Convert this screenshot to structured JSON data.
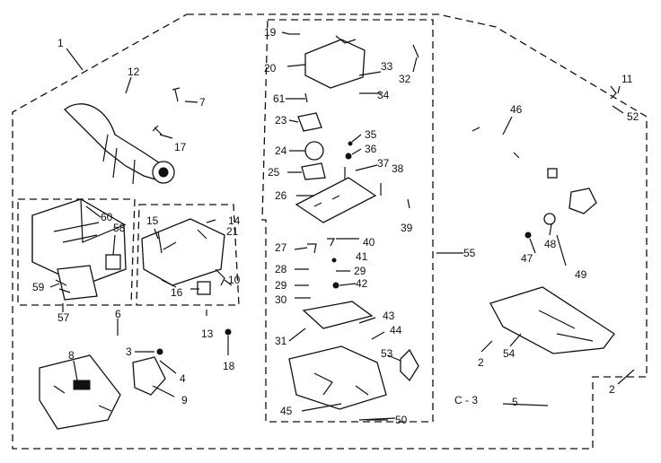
{
  "diagram_code": "C - 3",
  "callouts": [
    "1",
    "2",
    "2",
    "3",
    "4",
    "5",
    "6",
    "7",
    "8",
    "9",
    "10",
    "11",
    "12",
    "13",
    "14",
    "15",
    "16",
    "17",
    "18",
    "19",
    "20",
    "21",
    "23",
    "24",
    "25",
    "26",
    "27",
    "28",
    "29",
    "29",
    "30",
    "31",
    "32",
    "33",
    "34",
    "35",
    "36",
    "37",
    "38",
    "39",
    "40",
    "41",
    "42",
    "43",
    "44",
    "45",
    "46",
    "47",
    "48",
    "49",
    "50",
    "52",
    "53",
    "54",
    "55",
    "57",
    "58",
    "59",
    "60",
    "61"
  ]
}
